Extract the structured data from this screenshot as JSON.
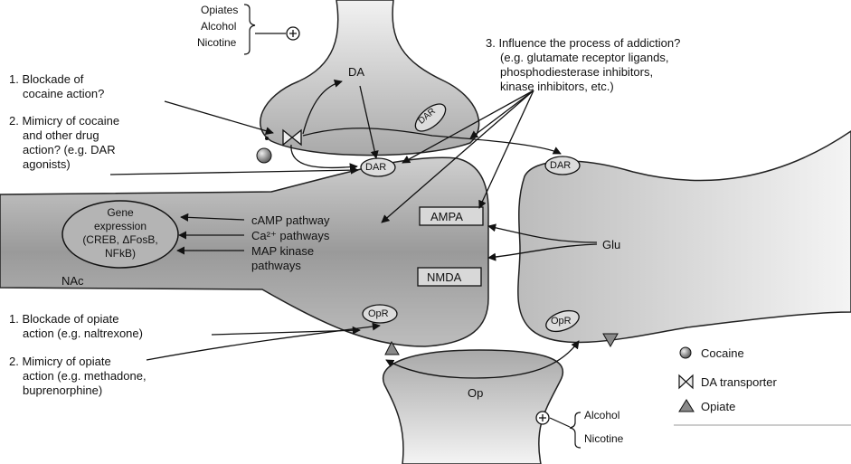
{
  "presynaptic_drugs": {
    "opiates": "Opiates",
    "alcohol": "Alcohol",
    "nicotine": "Nicotine",
    "plus": "+"
  },
  "bottom_drugs": {
    "alcohol": "Alcohol",
    "nicotine": "Nicotine",
    "plus": "+"
  },
  "strategy1": {
    "line1": "1. Blockade of",
    "line2": "cocaine action?"
  },
  "strategy2": {
    "line1": "2. Mimicry of cocaine",
    "line2": "and other drug",
    "line3": "action? (e.g. DAR",
    "line4": "agonists)"
  },
  "strategy3": {
    "line1": "3. Influence the process of addiction?",
    "line2": "(e.g. glutamate receptor ligands,",
    "line3": "phosphodiesterase inhibitors,",
    "line4": "kinase inhibitors, etc.)"
  },
  "opiate1": {
    "line1": "1. Blockade of opiate",
    "line2": "action (e.g. naltrexone)"
  },
  "opiate2": {
    "line1": "2. Mimicry of opiate",
    "line2": "action (e.g. methadone,",
    "line3": "buprenorphine)"
  },
  "labels": {
    "da": "DA",
    "dar": "DAR",
    "opr": "OpR",
    "op": "Op",
    "glu": "Glu",
    "ampa": "AMPA",
    "nmda": "NMDA",
    "nac": "NAc"
  },
  "gene": {
    "line1": "Gene",
    "line2": "expression",
    "line3": "(CREB, ΔFosB,",
    "line4": "NFkB)"
  },
  "pathways": {
    "camp": "cAMP pathway",
    "ca": "Ca²⁺ pathways",
    "map1": "MAP kinase",
    "map2": "pathways"
  },
  "legend": {
    "cocaine": "Cocaine",
    "transporter": "DA transporter",
    "opiate": "Opiate"
  }
}
